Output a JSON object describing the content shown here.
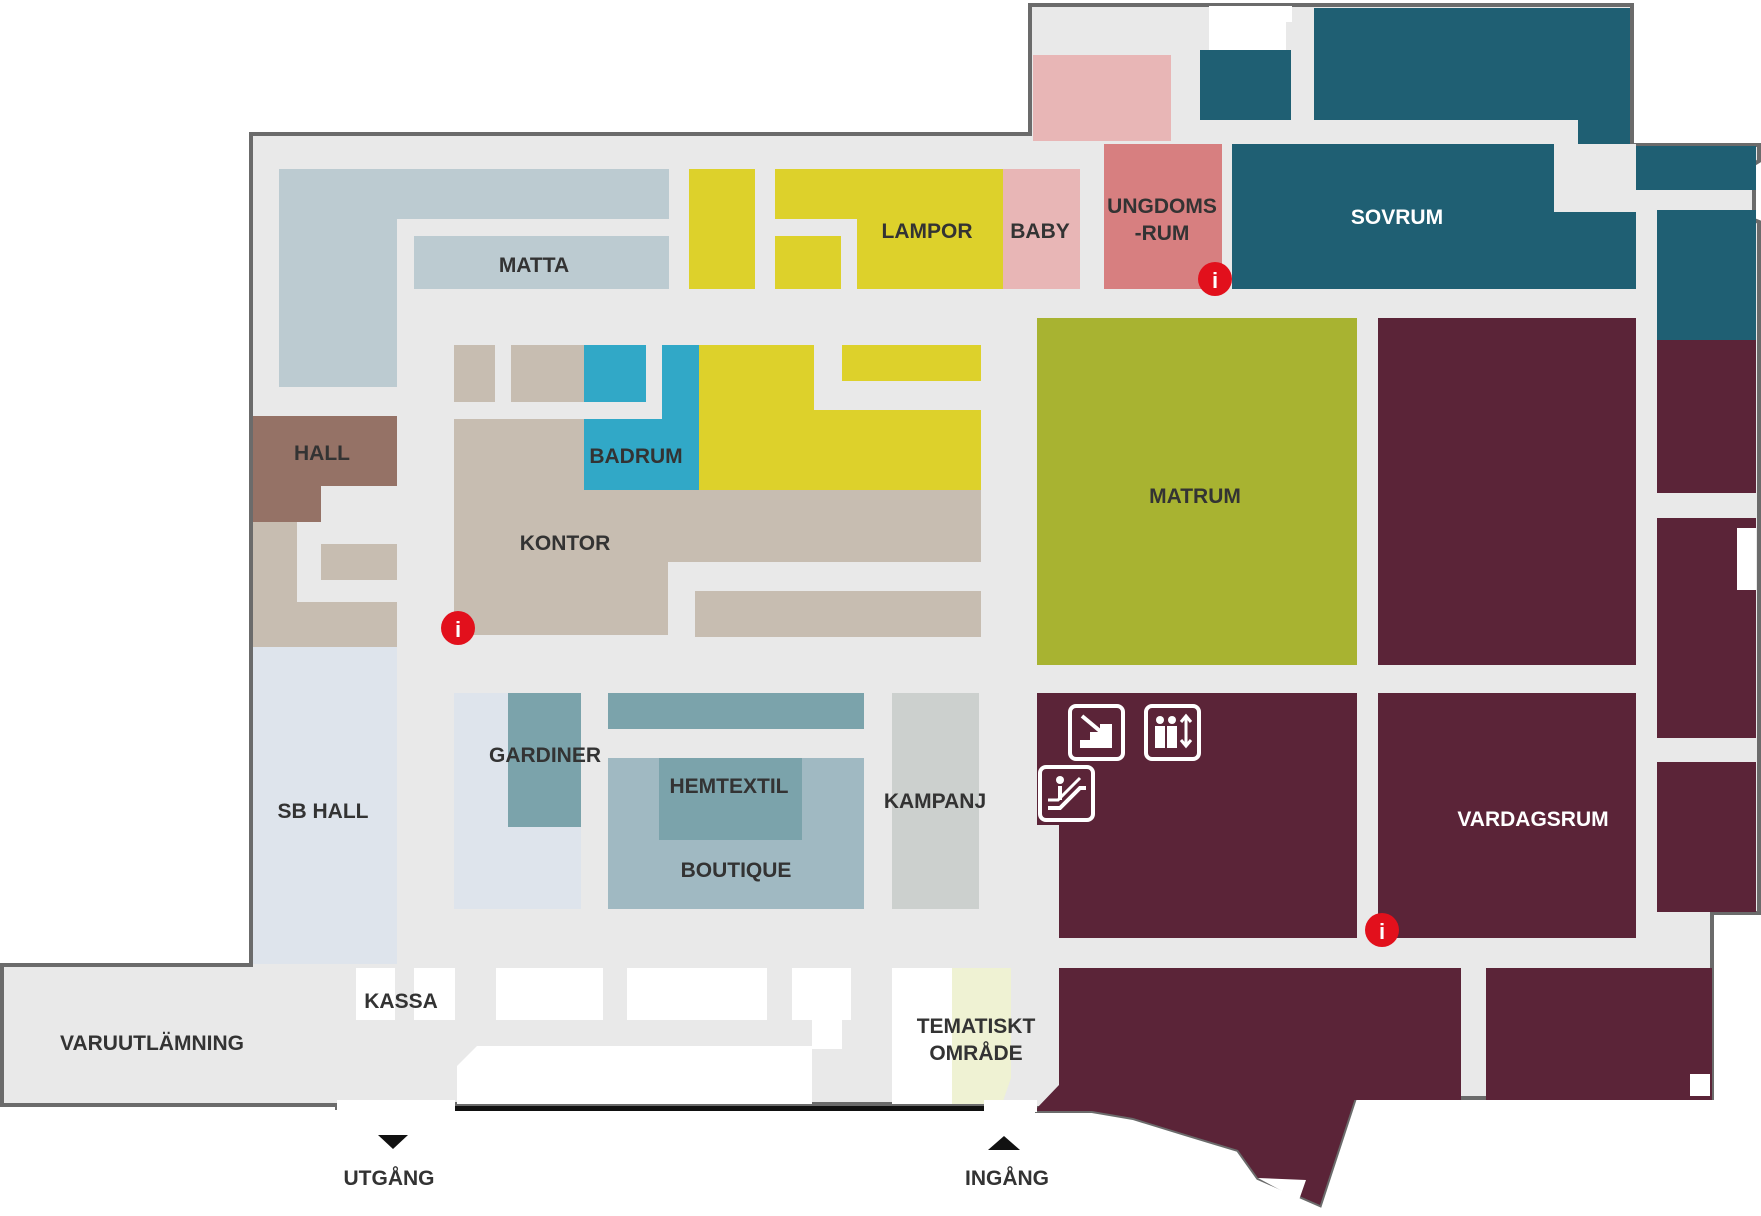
{
  "colors": {
    "floor": "#e9e9e9",
    "wall": "#6b6b6b",
    "mat": "#bccbd1",
    "yellow": "#ddd12b",
    "baby": "#e8b6b6",
    "ungdom": "#d77f80",
    "sovrum": "#1f5f73",
    "kontor": "#c7bdb1",
    "badrum": "#31a8c7",
    "hall": "#957266",
    "matrum": "#a8b331",
    "vardag": "#5b2438",
    "sbhall": "#dee4ec",
    "gardiner": "#7ba3ab",
    "boutique": "#a0b9c2",
    "kampanj": "#ccd0ce",
    "tematiskt": "#eff2d3",
    "info": "#e2101c",
    "white": "#ffffff",
    "label_dark": "#333333",
    "label_light": "#ffffff"
  },
  "labels": {
    "matta": "MATTA",
    "lampor": "LAMPOR",
    "baby": "BABY",
    "ungdoms_1": "UNGDOMS",
    "ungdoms_2": "-RUM",
    "sovrum": "SOVRUM",
    "hall": "HALL",
    "badrum": "BADRUM",
    "kontor": "KONTOR",
    "matrum": "MATRUM",
    "gardiner": "GARDINER",
    "hemtextil": "HEMTEXTIL",
    "boutique": "BOUTIQUE",
    "kampanj": "KAMPANJ",
    "sb_hall": "SB HALL",
    "vardagsrum": "VARDAGSRUM",
    "kassa": "KASSA",
    "varuutlamning": "VARUUTLÄMNING",
    "tematiskt_1": "TEMATISKT",
    "tematiskt_2": "OMRÅDE",
    "utgang": "UTGÅNG",
    "ingang": "INGÅNG"
  },
  "icons": {
    "info": "info-icon",
    "stairs": "stairs-icon",
    "elevator": "elevator-icon",
    "escalator": "escalator-icon",
    "info_glyph": "i"
  }
}
